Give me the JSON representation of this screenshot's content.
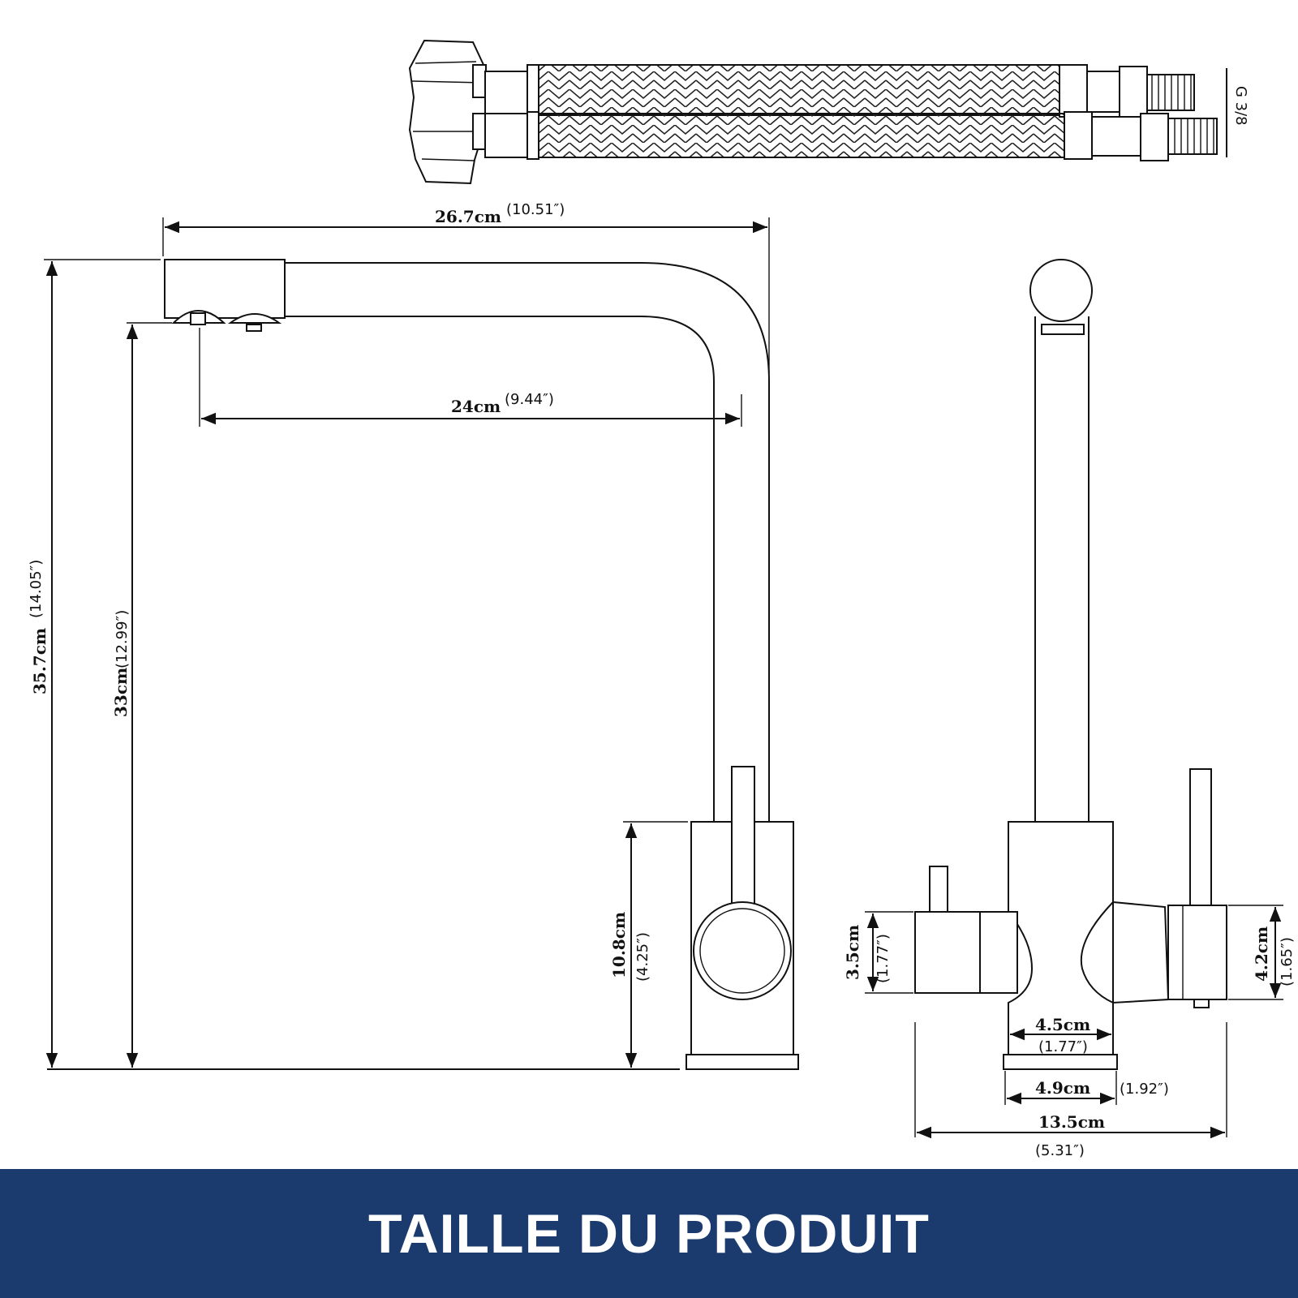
{
  "banner": {
    "title": "TAILLE DU PRODUIT",
    "color": "#1b3a6e"
  },
  "hose": {
    "thread_label": "G 3/8"
  },
  "dimensions": {
    "spout_length": {
      "cm": "26.7cm",
      "in": "(10.51″)"
    },
    "spout_reach": {
      "cm": "24cm",
      "in": "(9.44″)"
    },
    "total_height": {
      "cm": "35.7cm",
      "in": "(14.05″)"
    },
    "spout_clearance": {
      "cm": "33cm",
      "in": "(12.99″)"
    },
    "body_height": {
      "cm": "10.8cm",
      "in": "(4.25″)"
    },
    "left_valve_height": {
      "cm": "3.5cm",
      "in": "(1.77″)"
    },
    "right_valve_height": {
      "cm": "4.2cm",
      "in": "(1.65″)"
    },
    "body_width": {
      "cm": "4.5cm",
      "in": "(1.77″)"
    },
    "base_width": {
      "cm": "4.9cm",
      "in": "(1.92″)"
    },
    "overall_width": {
      "cm": "13.5cm",
      "in": "(5.31″)"
    }
  }
}
